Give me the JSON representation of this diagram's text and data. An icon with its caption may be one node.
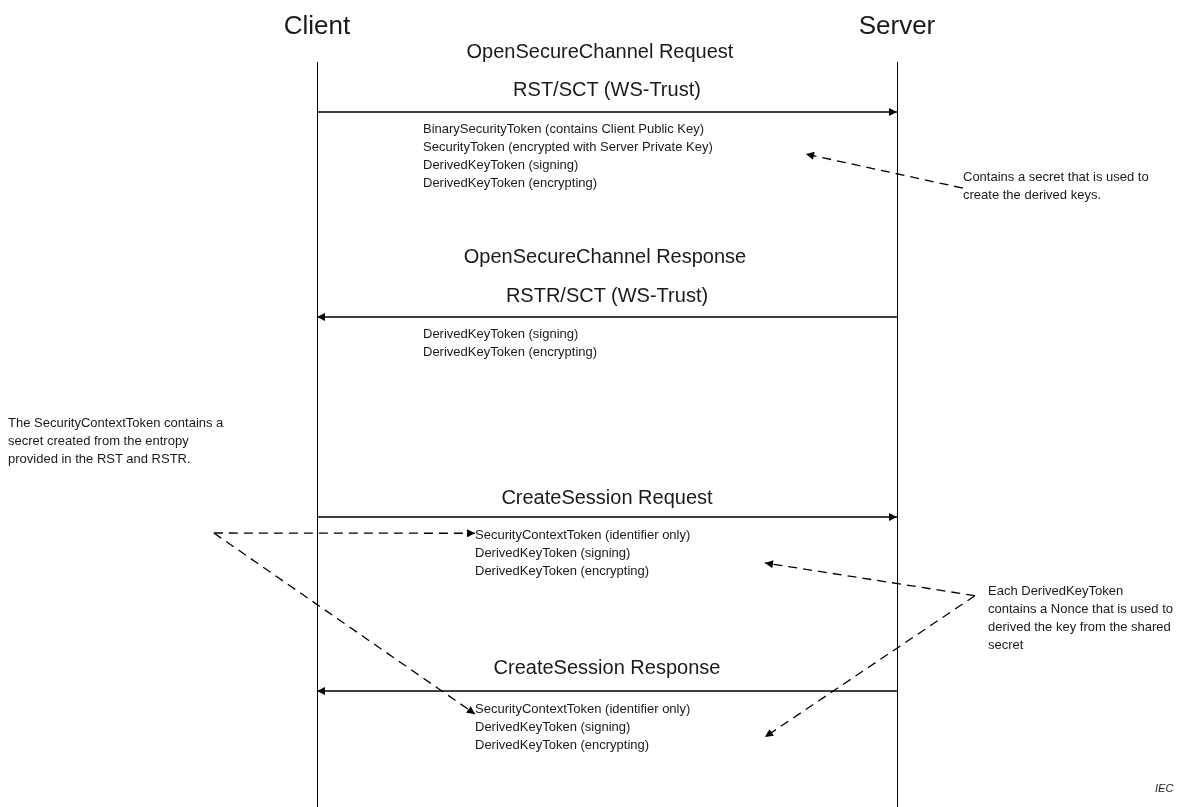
{
  "diagram": {
    "nodes": [
      {
        "text": [
          "Client"
        ]
      },
      {
        "text": [
          "Server"
        ]
      },
      {
        "text": [
          "BinarySecurityToken (contains Client Public Key)",
          "SecurityToken (encrypted with Server Private Key)",
          "DerivedKeyToken (signing)",
          "DerivedKeyToken (encrypting)"
        ]
      },
      {
        "text": [
          "Contains a secret that is used to create the derived keys."
        ]
      },
      {
        "text": [
          "DerivedKeyToken (signing)",
          "DerivedKeyToken (encrypting)"
        ]
      },
      {
        "text": [
          "The SecurityContextToken contains a secret created from the entropy provided in the RST and RSTR."
        ]
      },
      {
        "text": [
          "SecurityContextToken (identifier only)",
          "DerivedKeyToken (signing)",
          "DerivedKeyToken (encrypting)"
        ]
      },
      {
        "text": [
          "SecurityContextToken (identifier only)",
          "DerivedKeyToken (signing)",
          "DerivedKeyToken (encrypting)"
        ]
      },
      {
        "text": [
          "Each DerivedKeyToken contains a Nonce that is used to derived the key from the shared secret"
        ]
      }
    ],
    "edges": [
      {
        "from": 0,
        "to": 1,
        "arrow": "to",
        "label": "RST/SCT (WS-Trust)"
      },
      {
        "from": 3,
        "to": 2,
        "arrow": "to",
        "style": "dashed"
      },
      {
        "from": 1,
        "to": 0,
        "arrow": "to",
        "label": "RSTR/SCT (WS-Trust)"
      },
      {
        "from": 0,
        "to": 1,
        "arrow": "to",
        "label": "CreateSession Request"
      },
      {
        "from": 5,
        "to": 6,
        "arrow": "to",
        "style": "dashed"
      },
      {
        "from": 5,
        "to": 7,
        "arrow": "to",
        "style": "dashed"
      },
      {
        "from": 1,
        "to": 0,
        "arrow": "to",
        "label": "CreateSession Response"
      },
      {
        "from": 8,
        "to": 6,
        "arrow": "to",
        "style": "dashed"
      },
      {
        "from": 8,
        "to": 7,
        "arrow": "to",
        "style": "dashed"
      }
    ],
    "labels": [
      "OpenSecureChannel Request",
      "OpenSecureChannel Response",
      "IEC"
    ]
  }
}
